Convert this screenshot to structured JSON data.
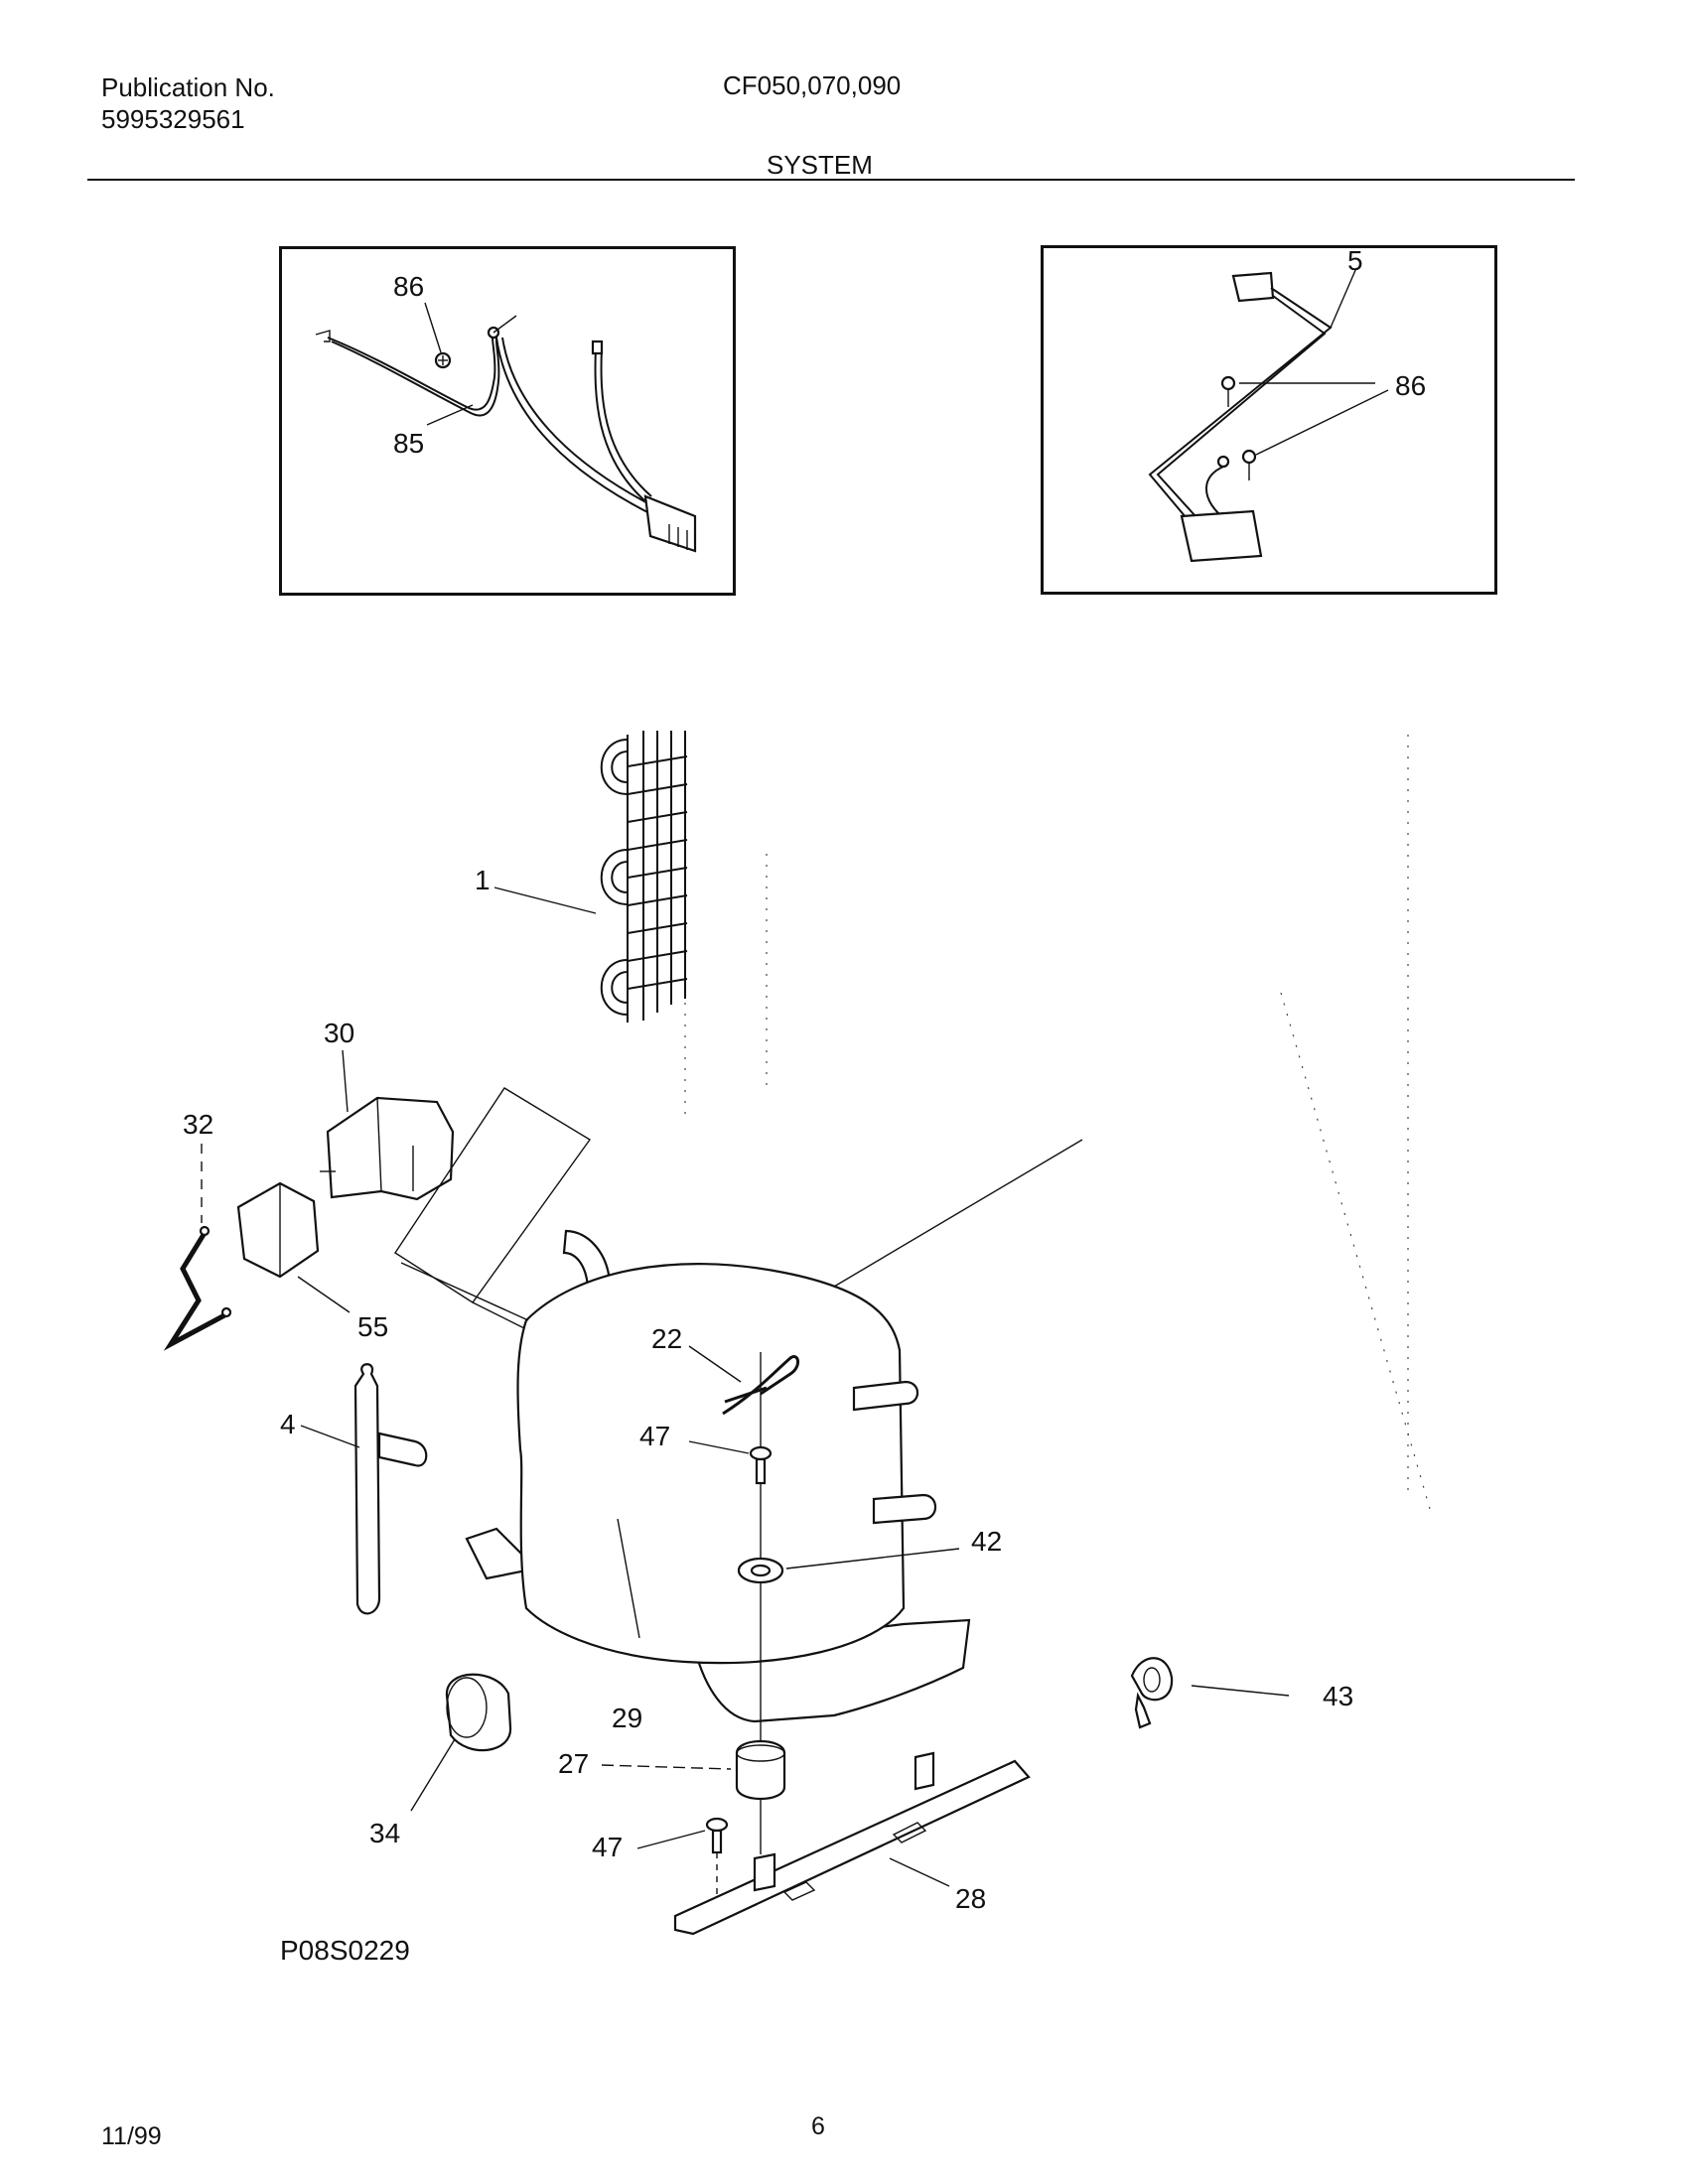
{
  "header": {
    "publication_label": "Publication No.",
    "publication_number": "5995329561",
    "models": "CF050,070,090",
    "section_title": "SYSTEM"
  },
  "diagram": {
    "code": "P08S0229",
    "callouts": {
      "p1": "1",
      "p4": "4",
      "p5": "5",
      "p22": "22",
      "p27": "27",
      "p28": "28",
      "p29": "29",
      "p30": "30",
      "p32": "32",
      "p34": "34",
      "p42": "42",
      "p43": "43",
      "p47a": "47",
      "p47b": "47",
      "p55": "55",
      "p85": "85",
      "p86a": "86",
      "p86b": "86"
    }
  },
  "footer": {
    "date": "11/99",
    "page": "6"
  }
}
